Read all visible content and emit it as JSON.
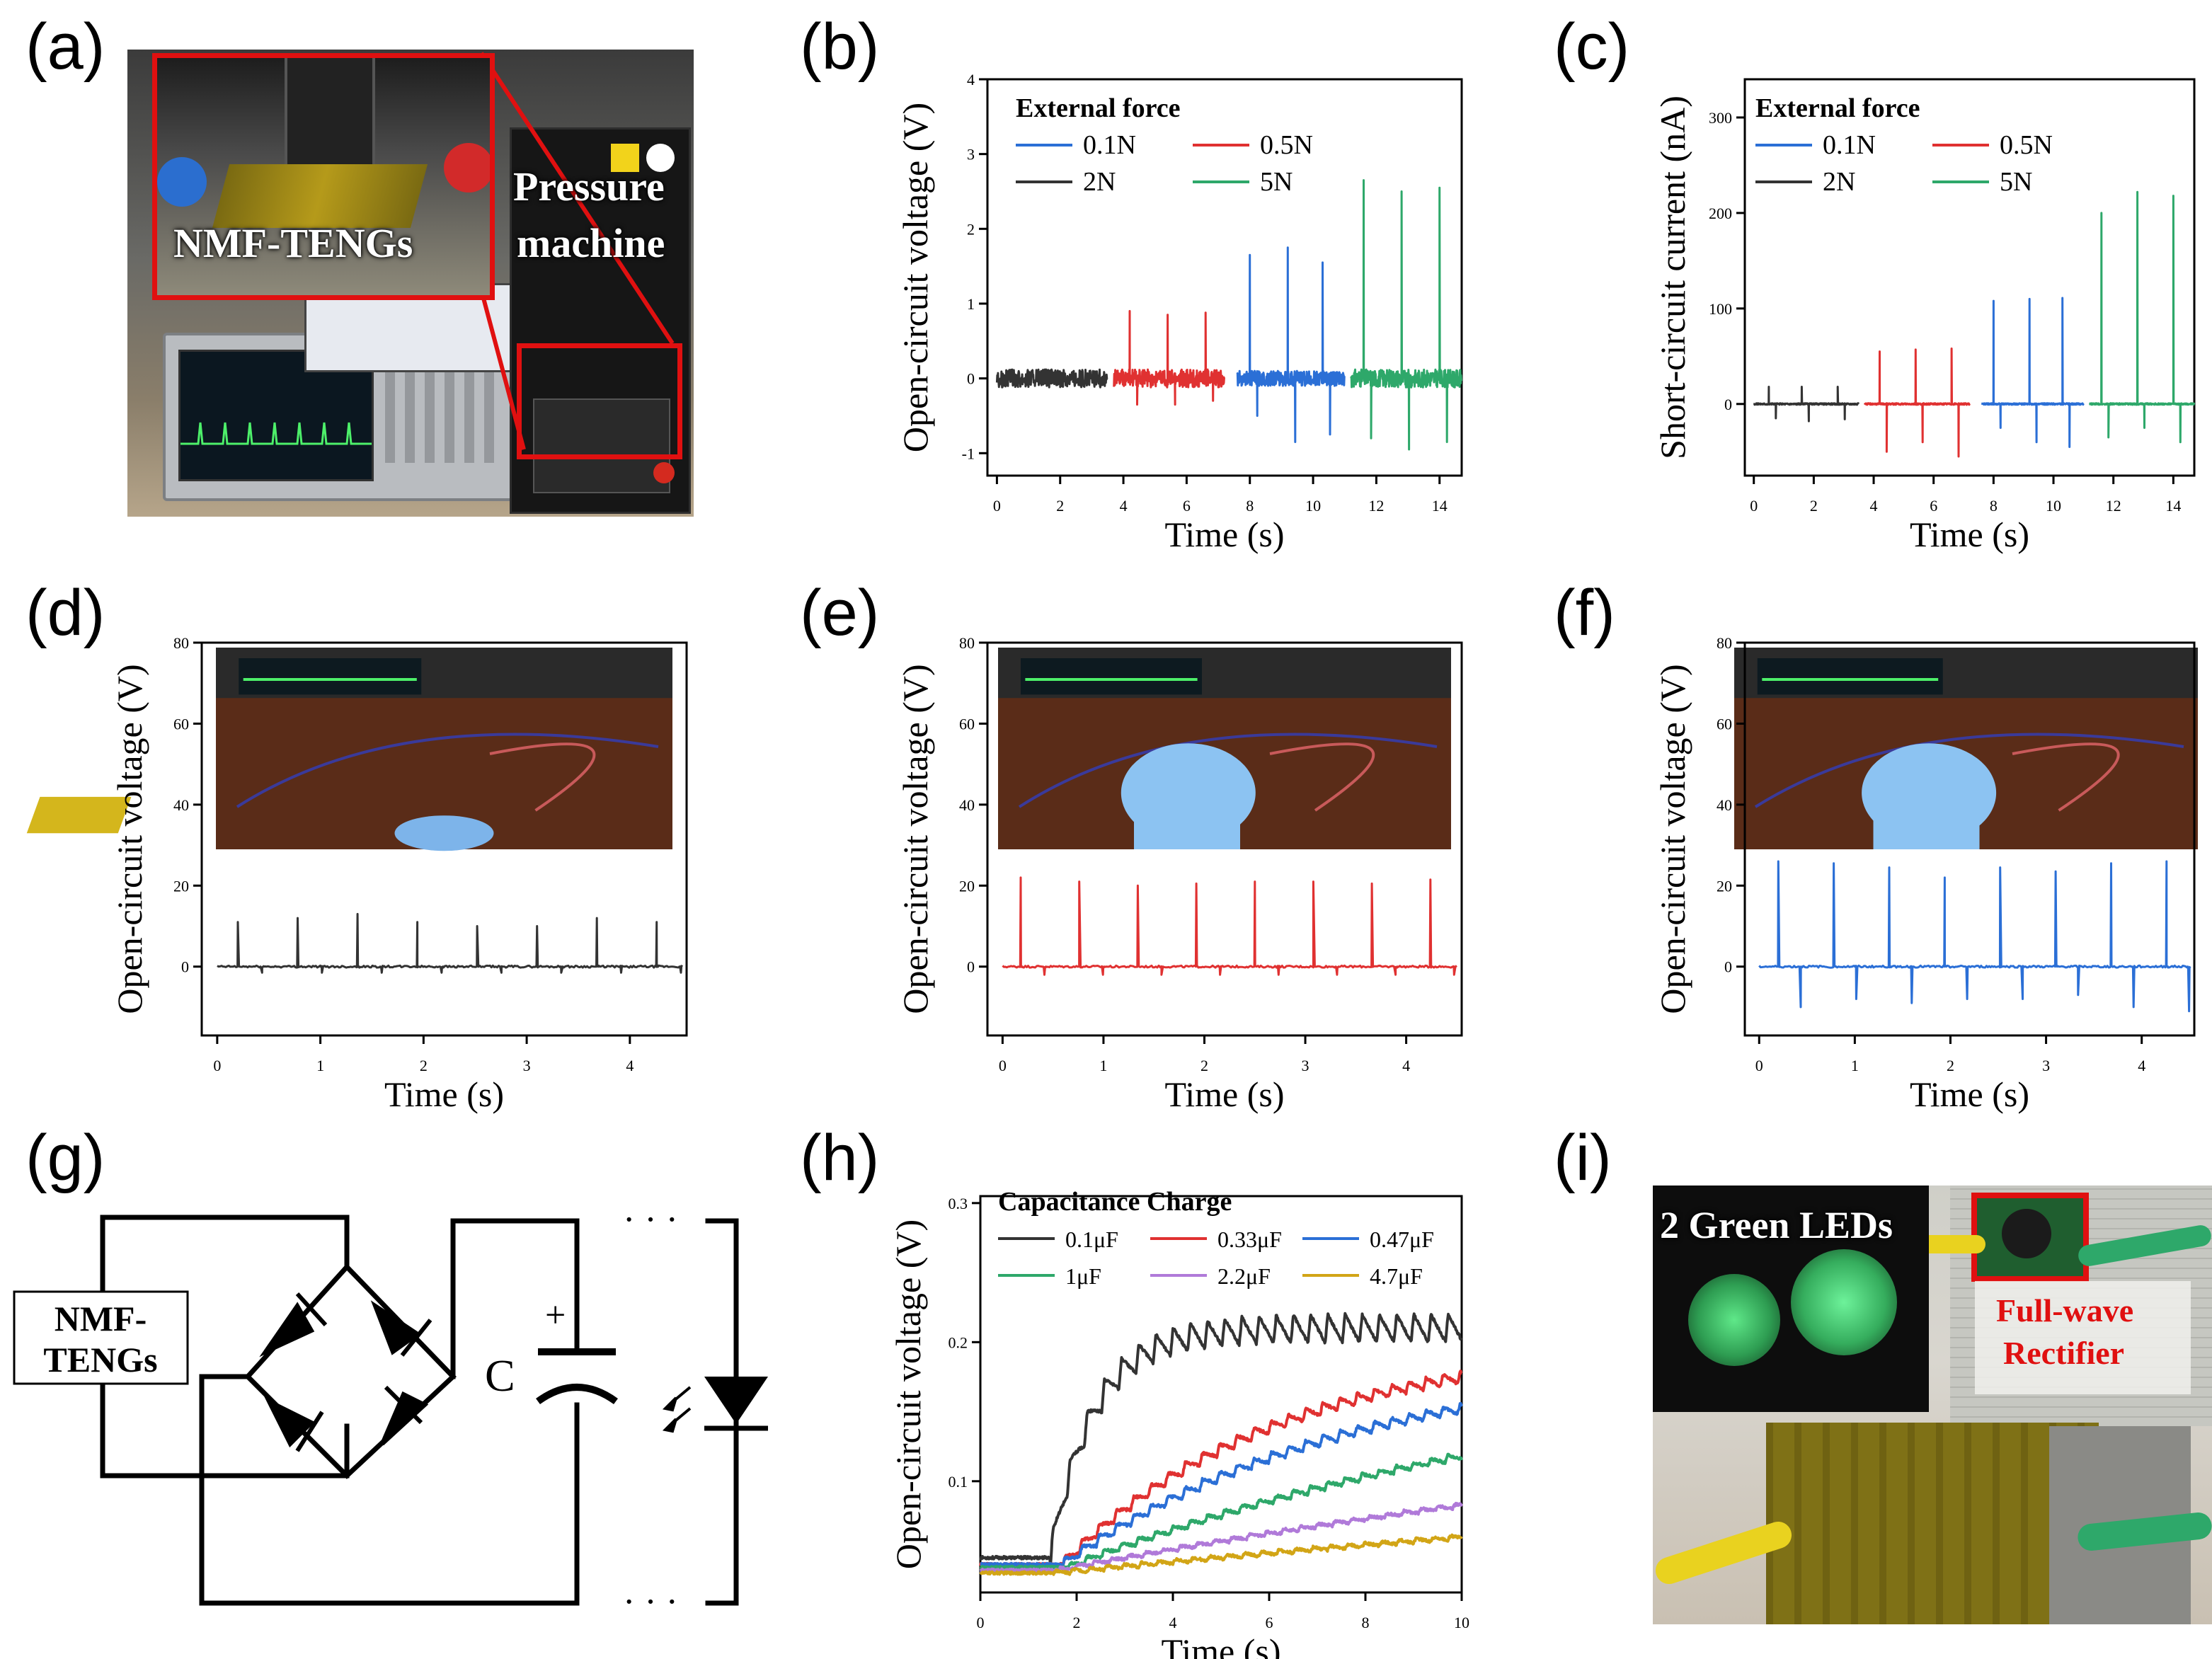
{
  "panels": {
    "a": "(a)",
    "b": "(b)",
    "c": "(c)",
    "d": "(d)",
    "e": "(e)",
    "f": "(f)",
    "g": "(g)",
    "h": "(h)",
    "i": "(i)"
  },
  "photo_a": {
    "label_device": "NMF-TENGs",
    "label_machine_1": "Pressure",
    "label_machine_2": "machine"
  },
  "photo_i": {
    "label_leds": "2 Green LEDs",
    "label_rect_1": "Full-wave",
    "label_rect_2": "Rectifier"
  },
  "circuit": {
    "box_line1": "NMF-",
    "box_line2": "TENGs",
    "cap_label": "C",
    "plus": "+",
    "dots": "· · ·"
  },
  "colors": {
    "black": "#333333",
    "red": "#e03131",
    "blue": "#2b6fd6",
    "green": "#2ea86a",
    "purple": "#b07ad9",
    "gold": "#d2a516"
  },
  "chart_data": [
    {
      "id": "b",
      "type": "line",
      "ylabel": "Open-circuit voltage (V)",
      "xlabel": "Time (s)",
      "xlim": [
        -0.3,
        14.7
      ],
      "ylim": [
        -1.3,
        4
      ],
      "xticks": [
        0,
        2,
        4,
        6,
        8,
        10,
        12,
        14
      ],
      "yticks": [
        -1,
        0,
        1,
        2,
        3,
        4
      ],
      "legend_title": "External force",
      "series": [
        {
          "name": "0.1N",
          "color": "#2b6fd6",
          "t_start": 7.6,
          "t_end": 11.0,
          "noise": 0.1,
          "baseline": 0,
          "peaks": [
            [
              8.0,
              1.65,
              -0.5
            ],
            [
              9.2,
              1.75,
              -0.85
            ],
            [
              10.3,
              1.55,
              -0.75
            ]
          ]
        },
        {
          "name": "0.5N",
          "color": "#e03131",
          "t_start": 3.7,
          "t_end": 7.2,
          "noise": 0.12,
          "baseline": 0,
          "peaks": [
            [
              4.2,
              0.9,
              -0.35
            ],
            [
              5.4,
              0.85,
              -0.35
            ],
            [
              6.6,
              0.88,
              -0.3
            ]
          ]
        },
        {
          "name": "2N",
          "color": "#333333",
          "t_start": 0.0,
          "t_end": 3.5,
          "noise": 0.12,
          "baseline": 0,
          "peaks": []
        },
        {
          "name": "5N",
          "color": "#2ea86a",
          "t_start": 11.2,
          "t_end": 14.7,
          "noise": 0.12,
          "baseline": 0,
          "peaks": [
            [
              11.6,
              2.65,
              -0.8
            ],
            [
              12.8,
              2.5,
              -0.95
            ],
            [
              14.0,
              2.55,
              -0.85
            ]
          ]
        }
      ]
    },
    {
      "id": "c",
      "type": "line",
      "ylabel": "Short-circuit current (nA)",
      "xlabel": "Time (s)",
      "xlim": [
        -0.3,
        14.7
      ],
      "ylim": [
        -75,
        340
      ],
      "xticks": [
        0,
        2,
        4,
        6,
        8,
        10,
        12,
        14
      ],
      "yticks": [
        0,
        100,
        200,
        300
      ],
      "legend_title": "External force",
      "series": [
        {
          "name": "0.1N",
          "color": "#2b6fd6",
          "t_start": 7.6,
          "t_end": 11.0,
          "noise": 0.8,
          "baseline": 0,
          "peaks": [
            [
              8.0,
              108,
              -25
            ],
            [
              9.2,
              110,
              -40
            ],
            [
              10.3,
              111,
              -45
            ]
          ]
        },
        {
          "name": "0.5N",
          "color": "#e03131",
          "t_start": 3.7,
          "t_end": 7.2,
          "noise": 0.8,
          "baseline": 0,
          "peaks": [
            [
              4.2,
              55,
              -50
            ],
            [
              5.4,
              57,
              -40
            ],
            [
              6.6,
              58,
              -55
            ]
          ]
        },
        {
          "name": "2N",
          "color": "#333333",
          "t_start": 0.0,
          "t_end": 3.5,
          "noise": 0.8,
          "baseline": 0,
          "peaks": [
            [
              0.5,
              18,
              -15
            ],
            [
              1.6,
              18,
              -18
            ],
            [
              2.8,
              18,
              -16
            ]
          ]
        },
        {
          "name": "5N",
          "color": "#2ea86a",
          "t_start": 11.2,
          "t_end": 14.7,
          "noise": 0.8,
          "baseline": 0,
          "peaks": [
            [
              11.6,
              200,
              -35
            ],
            [
              12.8,
              222,
              -25
            ],
            [
              14.0,
              218,
              -40
            ]
          ]
        }
      ]
    },
    {
      "id": "d",
      "type": "line",
      "ylabel": "Open-circuit voltage (V)",
      "xlabel": "Time (s)",
      "xlim": [
        -0.15,
        4.55
      ],
      "ylim": [
        -17,
        80
      ],
      "xticks": [
        0,
        1,
        2,
        3,
        4
      ],
      "yticks": [
        0,
        20,
        40,
        60,
        80
      ],
      "series": [
        {
          "name": "",
          "color": "#333333",
          "t_start": 0.0,
          "t_end": 4.5,
          "noise": 0.25,
          "baseline": 0,
          "peaks": [
            [
              0.2,
              11,
              -1.5
            ],
            [
              0.78,
              12,
              -1.5
            ],
            [
              1.36,
              13,
              -1.5
            ],
            [
              1.94,
              11,
              -1.5
            ],
            [
              2.52,
              10,
              -1.5
            ],
            [
              3.1,
              10,
              -1.5
            ],
            [
              3.68,
              12,
              -1.5
            ],
            [
              4.26,
              11,
              -1.5
            ]
          ]
        }
      ]
    },
    {
      "id": "e",
      "type": "line",
      "ylabel": "Open-circuit voltage (V)",
      "xlabel": "Time (s)",
      "xlim": [
        -0.15,
        4.55
      ],
      "ylim": [
        -17,
        80
      ],
      "xticks": [
        0,
        1,
        2,
        3,
        4
      ],
      "yticks": [
        0,
        20,
        40,
        60,
        80
      ],
      "series": [
        {
          "name": "",
          "color": "#e03131",
          "t_start": 0.0,
          "t_end": 4.5,
          "noise": 0.25,
          "baseline": 0,
          "peaks": [
            [
              0.18,
              22,
              -2
            ],
            [
              0.76,
              21,
              -2
            ],
            [
              1.34,
              20,
              -2
            ],
            [
              1.92,
              20.5,
              -2
            ],
            [
              2.5,
              21,
              -2
            ],
            [
              3.08,
              21,
              -2
            ],
            [
              3.66,
              20.5,
              -2
            ],
            [
              4.24,
              21.5,
              -2
            ]
          ]
        }
      ]
    },
    {
      "id": "f",
      "type": "line",
      "ylabel": "Open-circuit voltage (V)",
      "xlabel": "Time (s)",
      "xlim": [
        -0.15,
        4.55
      ],
      "ylim": [
        -17,
        80
      ],
      "xticks": [
        0,
        1,
        2,
        3,
        4
      ],
      "yticks": [
        0,
        20,
        40,
        60,
        80
      ],
      "series": [
        {
          "name": "",
          "color": "#2b6fd6",
          "t_start": 0.0,
          "t_end": 4.5,
          "noise": 0.25,
          "baseline": 0,
          "peaks": [
            [
              0.2,
              26,
              -10
            ],
            [
              0.78,
              25.5,
              -8
            ],
            [
              1.36,
              24.5,
              -9
            ],
            [
              1.94,
              22,
              -8
            ],
            [
              2.52,
              24.5,
              -8
            ],
            [
              3.1,
              23.5,
              -7
            ],
            [
              3.68,
              25.5,
              -10
            ],
            [
              4.26,
              26,
              -11
            ]
          ]
        }
      ]
    },
    {
      "id": "h",
      "type": "line",
      "ylabel": "Open-circuit voltage (V)",
      "xlabel": "Time (s)",
      "xlim": [
        0,
        10
      ],
      "ylim": [
        0.02,
        0.305
      ],
      "xticks": [
        0,
        2,
        4,
        6,
        8,
        10
      ],
      "yticks": [
        0.1,
        0.2,
        0.3
      ],
      "legend_title": "Capacitance Charge",
      "series": [
        {
          "name": "0.1μF",
          "color": "#333333",
          "start": 0.045,
          "rise_at": 1.45,
          "final": 0.21,
          "tau": 0.9,
          "ripple": 0.02,
          "n_ripple": 28
        },
        {
          "name": "0.33μF",
          "color": "#e03131",
          "start": 0.04,
          "rise_at": 1.7,
          "final": 0.2,
          "tau": 4.5,
          "ripple": 0.008,
          "n_ripple": 28
        },
        {
          "name": "0.47μF",
          "color": "#2b6fd6",
          "start": 0.04,
          "rise_at": 1.7,
          "final": 0.19,
          "tau": 6.0,
          "ripple": 0.007,
          "n_ripple": 28
        },
        {
          "name": "1μF",
          "color": "#2ea86a",
          "start": 0.038,
          "rise_at": 1.8,
          "final": 0.2,
          "tau": 12.0,
          "ripple": 0.005,
          "n_ripple": 28
        },
        {
          "name": "2.2μF",
          "color": "#b07ad9",
          "start": 0.036,
          "rise_at": 1.6,
          "final": 0.2,
          "tau": 25.0,
          "ripple": 0.003,
          "n_ripple": 28
        },
        {
          "name": "4.7μF",
          "color": "#d2a516",
          "start": 0.034,
          "rise_at": 1.5,
          "final": 0.2,
          "tau": 50.0,
          "ripple": 0.003,
          "n_ripple": 28
        }
      ]
    }
  ]
}
